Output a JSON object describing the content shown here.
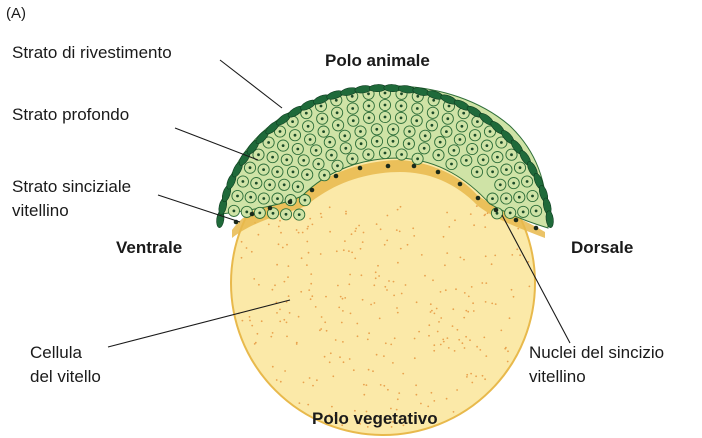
{
  "panel_label": "(A)",
  "labels": {
    "strato_rivestimento": "Strato di rivestimento",
    "strato_profondo": "Strato profondo",
    "strato_sinciziale_line1": "Strato sinciziale",
    "strato_sinciziale_line2": "vitellino",
    "cellula_line1": "Cellula",
    "cellula_line2": "del vitello",
    "nuclei_line1": "Nuclei del sincizio",
    "nuclei_line2": "vitellino"
  },
  "orientation": {
    "top": "Polo animale",
    "bottom": "Polo vegetativo",
    "left": "Ventrale",
    "right": "Dorsale"
  },
  "colors": {
    "yolk": "#fbe9a8",
    "yolk_border": "#e8b94c",
    "yolk_dots": "#e9a24e",
    "envelope_cell": "#1f6a3a",
    "deep_cell_fill": "#cfe3a6",
    "deep_cell_stroke": "#2f6f3a",
    "nucleus": "#1b4a28",
    "syncytial_nucleus": "#1a2a1a"
  }
}
